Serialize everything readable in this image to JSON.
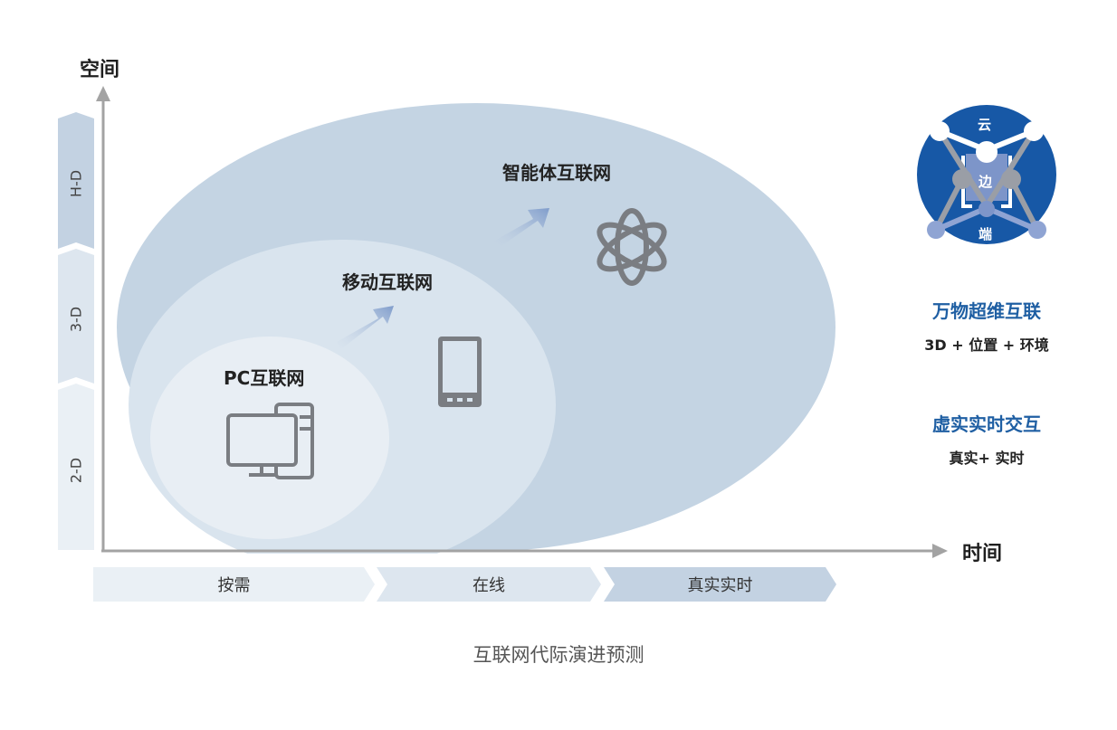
{
  "axes": {
    "y_label": "空间",
    "x_label": "时间"
  },
  "space_levels": [
    {
      "label": "H-D",
      "color": "#c3d2e2"
    },
    {
      "label": "3-D",
      "color": "#dde6ef"
    },
    {
      "label": "2-D",
      "color": "#eaf0f5"
    }
  ],
  "time_levels": [
    {
      "label": "按需",
      "color": "#eaf0f5"
    },
    {
      "label": "在线",
      "color": "#dde6ef"
    },
    {
      "label": "真实实时",
      "color": "#c3d2e2"
    }
  ],
  "generations": [
    {
      "label": "PC互联网",
      "icon": "desktop-computer-icon",
      "color": "#e8eef4"
    },
    {
      "label": "移动互联网",
      "icon": "smartphone-icon",
      "color": "#d9e4ee"
    },
    {
      "label": "智能体互联网",
      "icon": "atom-icon",
      "color": "#c4d4e3"
    }
  ],
  "cloud_edge_device": {
    "top": "云",
    "middle": "边",
    "bottom": "端",
    "circle_color": "#1758a6",
    "square_color": "#7d95c9"
  },
  "features": [
    {
      "title": "万物超维互联",
      "subtitle": "3D + 位置 + 环境"
    },
    {
      "title": "虚实实时交互",
      "subtitle": "真实+ 实时"
    }
  ],
  "caption": "互联网代际演进预测"
}
